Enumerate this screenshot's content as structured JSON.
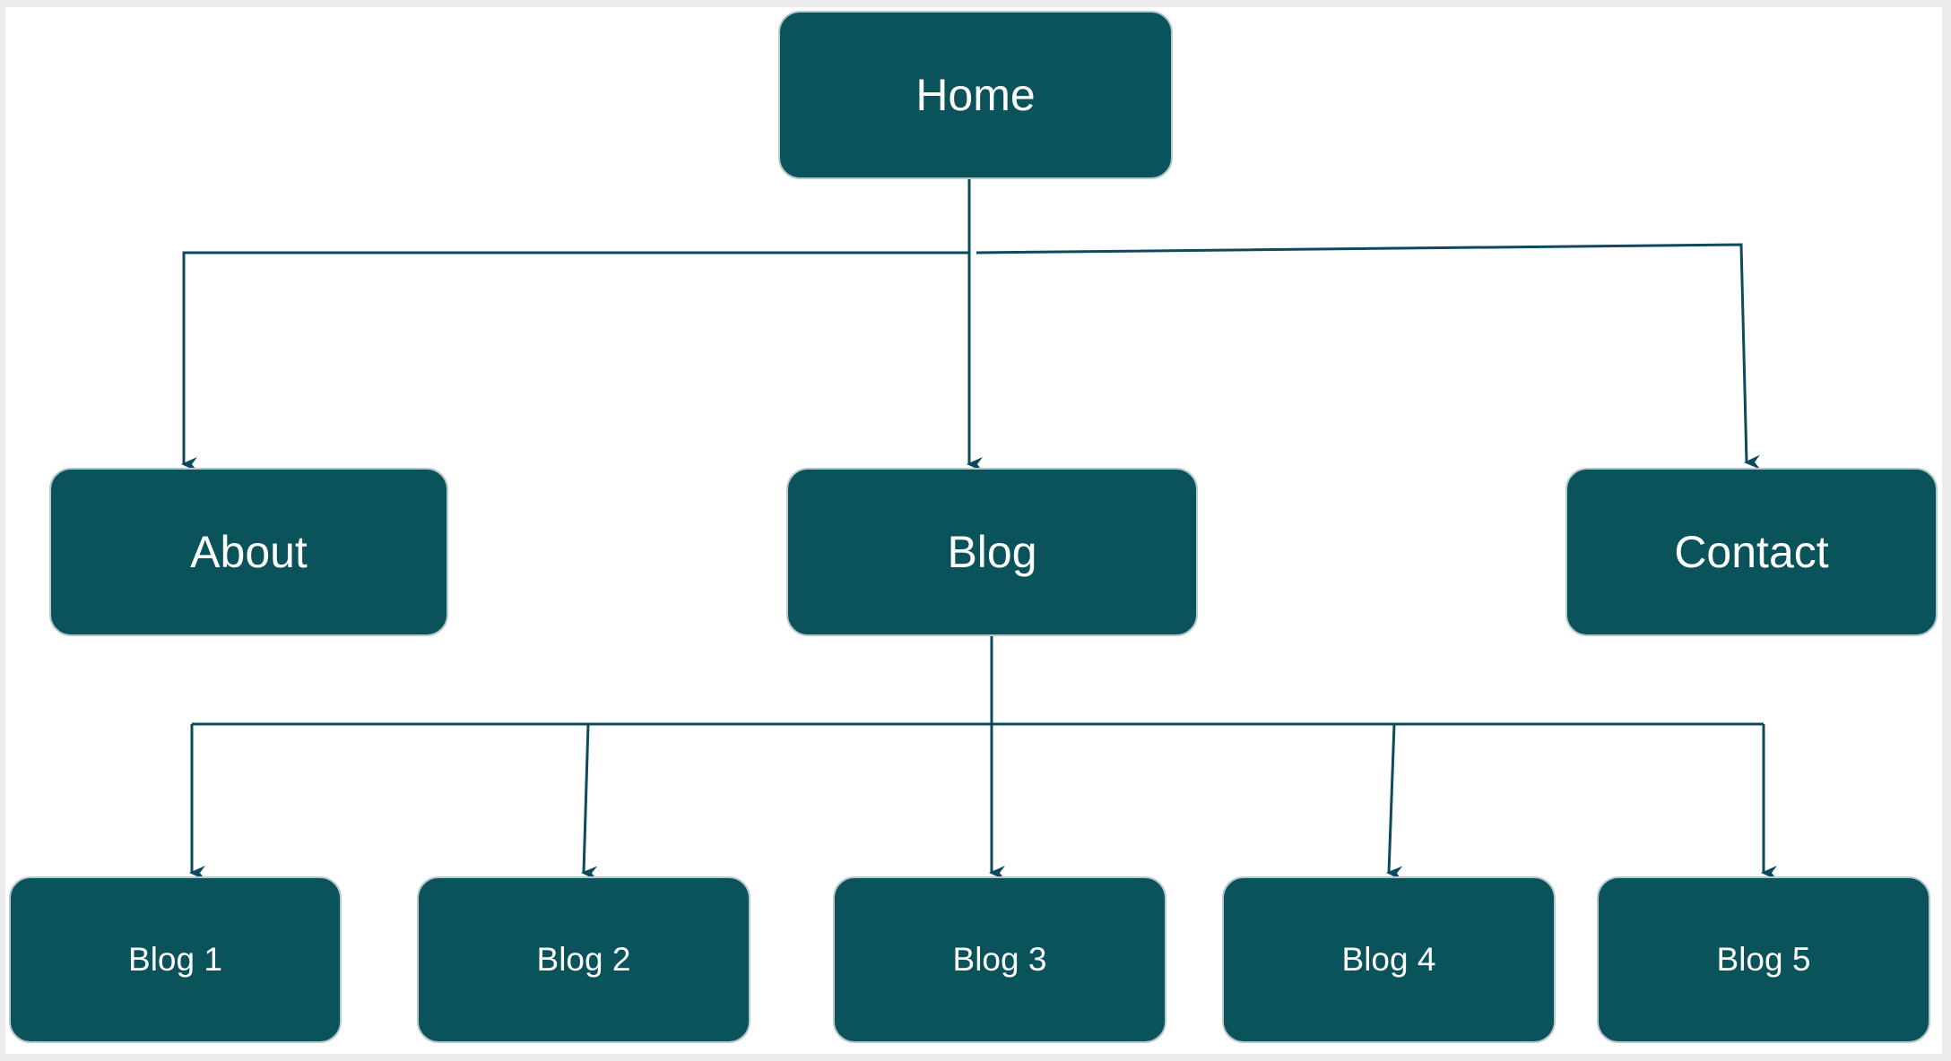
{
  "colors": {
    "node_fill": "#0b535b",
    "node_border": "#b8c9cd",
    "connector": "#0d4a5e",
    "node_text": "#ffffff",
    "background": "#ffffff"
  },
  "nodes": {
    "home": "Home",
    "about": "About",
    "blog": "Blog",
    "contact": "Contact",
    "blog_1": "Blog 1",
    "blog_2": "Blog 2",
    "blog_3": "Blog 3",
    "blog_4": "Blog 4",
    "blog_5": "Blog 5"
  },
  "edges": [
    {
      "from": "Home",
      "to": "About"
    },
    {
      "from": "Home",
      "to": "Blog"
    },
    {
      "from": "Home",
      "to": "Contact"
    },
    {
      "from": "Blog",
      "to": "Blog 1"
    },
    {
      "from": "Blog",
      "to": "Blog 2"
    },
    {
      "from": "Blog",
      "to": "Blog 3"
    },
    {
      "from": "Blog",
      "to": "Blog 4"
    },
    {
      "from": "Blog",
      "to": "Blog 5"
    }
  ]
}
